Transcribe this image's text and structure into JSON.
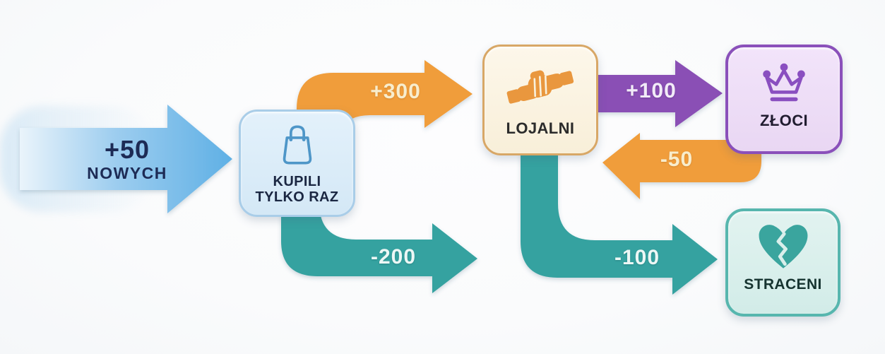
{
  "diagram_title": "customer-flow-diagram",
  "entry_arrow": {
    "value": "+50",
    "caption": "NOWYCH",
    "color_start": "#eaf4fb",
    "color_end": "#5fb0e5",
    "text_color": "#1d2b55",
    "direction": "right"
  },
  "nodes": {
    "kupili": {
      "line1": "KUPILI",
      "line2": "TYLKO RAZ",
      "icon": "shopping-bag-icon",
      "bg": "#d9ebf8",
      "border": "#a9cde8",
      "icon_color": "#4e96c8",
      "text_color": "#1b2742"
    },
    "lojalni": {
      "label": "LOJALNI",
      "icon": "handshake-icon",
      "bg": "#f9f1dd",
      "border": "#d8a766",
      "icon_color": "#e9973e",
      "text_color": "#2b2b2b"
    },
    "zloci": {
      "label": "ZŁOCI",
      "icon": "crown-icon",
      "bg": "#eeddf6",
      "border": "#8a50ba",
      "icon_color": "#8a4fc0",
      "text_color": "#211d30"
    },
    "straceni": {
      "label": "STRACENI",
      "icon": "broken-heart-icon",
      "bg": "#d9efeb",
      "border": "#57b6ae",
      "icon_color": "#3aa59e",
      "text_color": "#163430"
    }
  },
  "arrows": {
    "plus300": {
      "label": "+300",
      "color": "#f09d3a",
      "from": "KUPILI TYLKO RAZ",
      "to": "LOJALNI",
      "direction": "right"
    },
    "plus100": {
      "label": "+100",
      "color": "#8a4fb5",
      "from": "LOJALNI",
      "to": "ZŁOCI",
      "direction": "right"
    },
    "minus50": {
      "label": "-50",
      "color": "#f09d3a",
      "from": "ZŁOCI",
      "to": "LOJALNI",
      "direction": "left"
    },
    "minus200": {
      "label": "-200",
      "color": "#34a2a0",
      "from": "KUPILI TYLKO RAZ",
      "to": "",
      "direction": "down-right"
    },
    "minus100": {
      "label": "-100",
      "color": "#34a2a0",
      "from": "LOJALNI",
      "to": "STRACENI",
      "direction": "down-right"
    }
  }
}
